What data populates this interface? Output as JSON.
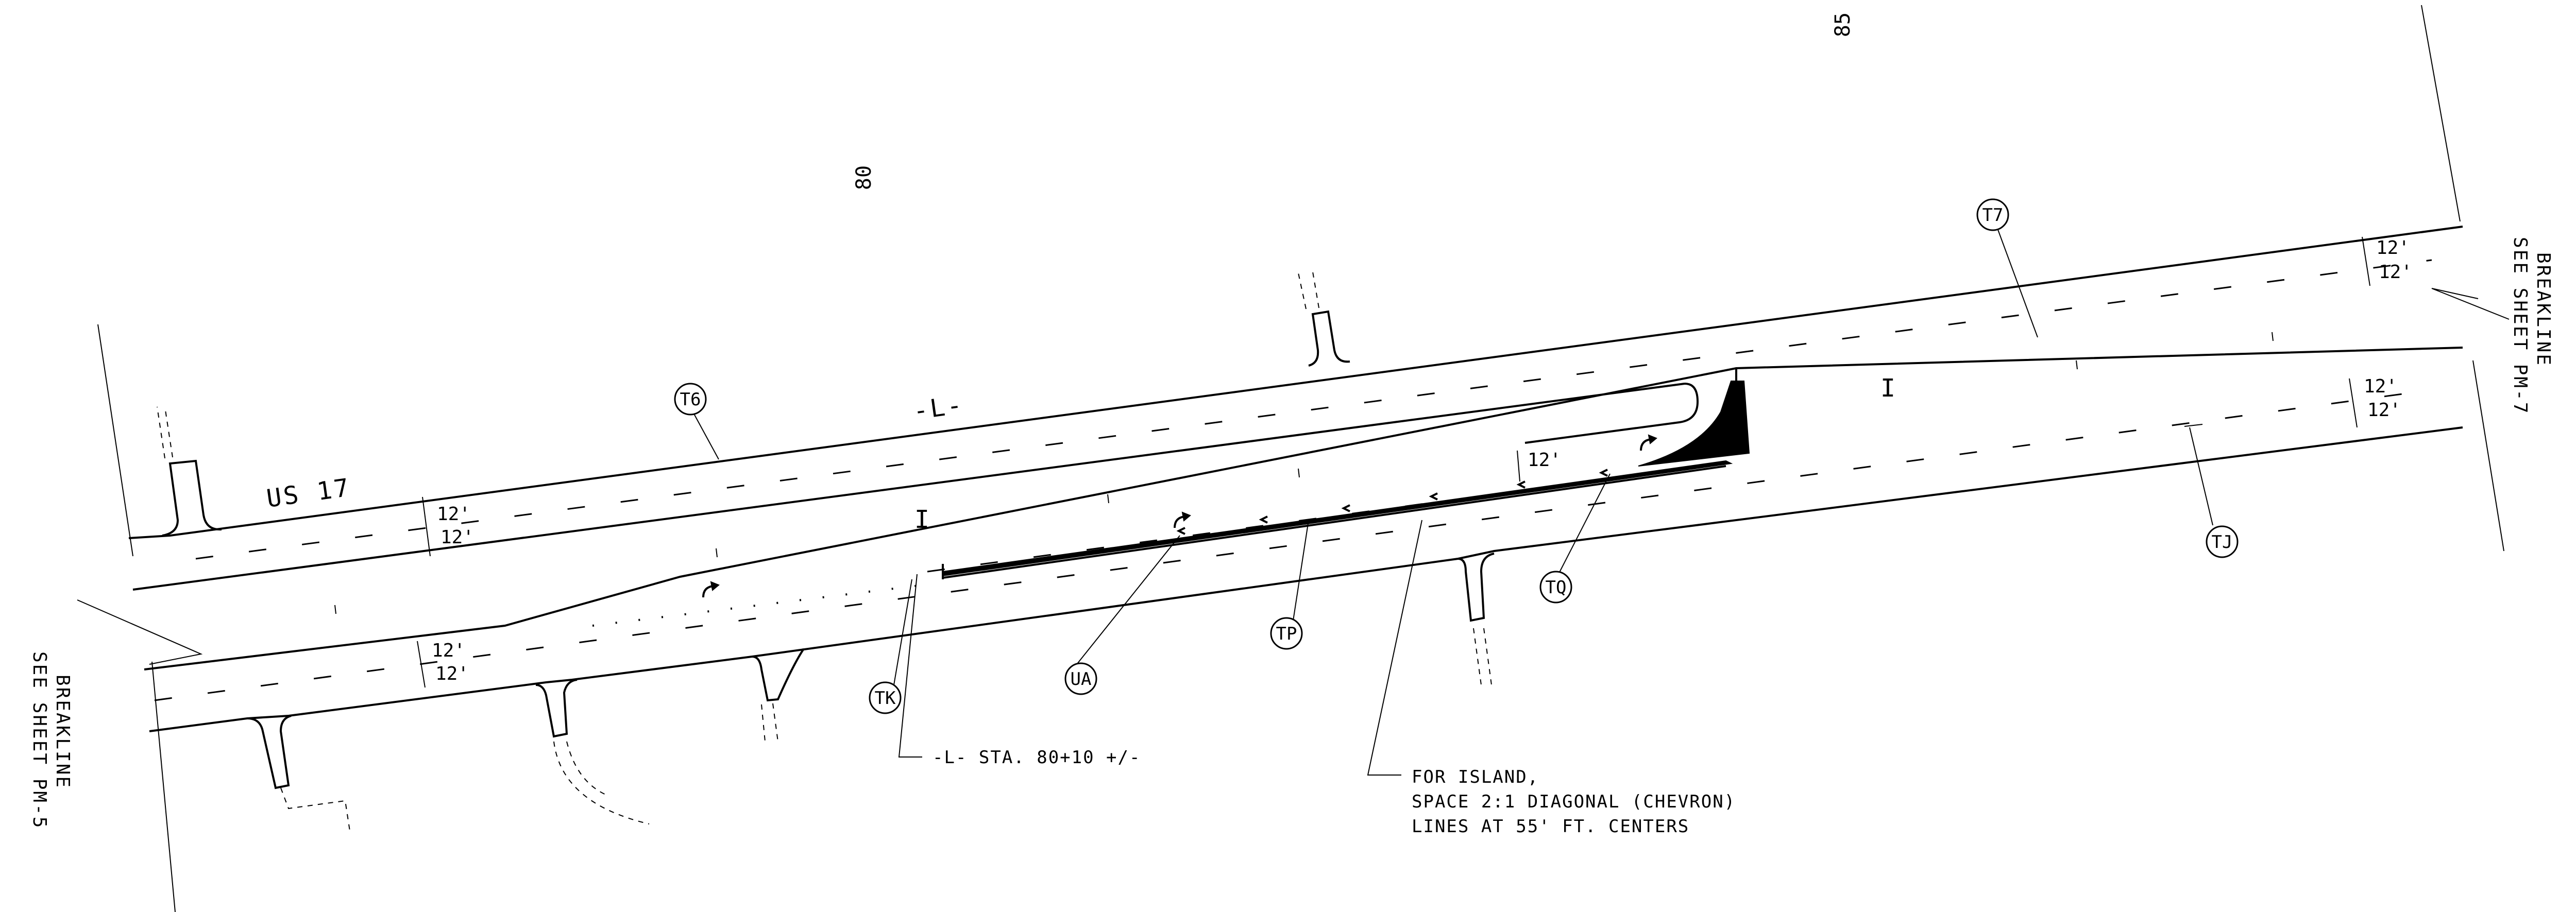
{
  "stations": {
    "sta_80": "80",
    "sta_85": "85"
  },
  "road": {
    "name": "US 17",
    "alignment": "-L-"
  },
  "lane_widths": {
    "left_top": "12'",
    "left_bottom": "12'",
    "lower_left_top": "12'",
    "lower_left_bottom": "12'",
    "turn_lane": "12'",
    "right_top": "12'",
    "right_bottom": "12'",
    "right_lower_top": "12'",
    "right_lower_bottom": "12'"
  },
  "median_marks": {
    "left": "I",
    "right": "I"
  },
  "callouts": {
    "t6": "T6",
    "t7": "T7",
    "tj": "TJ",
    "tq": "TQ",
    "tp": "TP",
    "ua": "UA",
    "tk": "TK"
  },
  "breaklines": {
    "left_title": "BREAKLINE",
    "left_ref": "SEE SHEET PM-5",
    "right_title": "BREAKLINE",
    "right_ref": "SEE SHEET PM-7"
  },
  "station_note": "-L- STA. 80+10 +/-",
  "island_note": {
    "line1": "FOR ISLAND,",
    "line2": "SPACE 2:1 DIAGONAL (CHEVRON)",
    "line3": "LINES AT 55' FT. CENTERS"
  }
}
